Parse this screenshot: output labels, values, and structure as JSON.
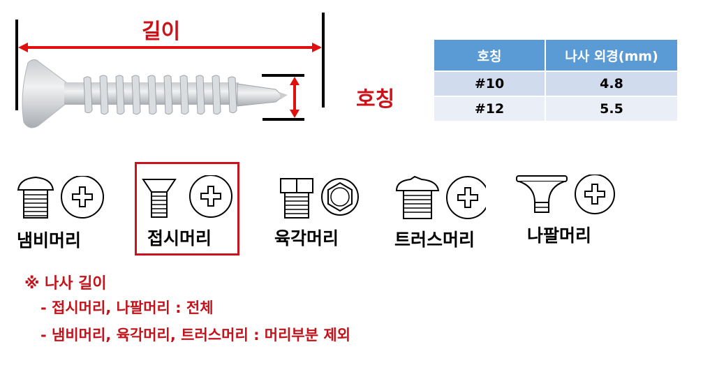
{
  "diagram": {
    "length_label": "길이",
    "gauge_label": "호칭"
  },
  "table": {
    "headers": [
      "호칭",
      "나사 외경(mm)"
    ],
    "rows": [
      [
        "#10",
        "4.8"
      ],
      [
        "#12",
        "5.5"
      ]
    ]
  },
  "head_types": [
    {
      "label": "냄비머리",
      "icon": "pan-head-screw-icon",
      "drive": "phillips"
    },
    {
      "label": "접시머리",
      "icon": "flat-head-screw-icon",
      "drive": "phillips",
      "highlighted": true
    },
    {
      "label": "육각머리",
      "icon": "hex-head-screw-icon",
      "drive": "hex"
    },
    {
      "label": "트러스머리",
      "icon": "truss-head-screw-icon",
      "drive": "phillips"
    },
    {
      "label": "나팔머리",
      "icon": "bugle-head-screw-icon",
      "drive": "phillips"
    }
  ],
  "notes": {
    "title": "※ 나사 길이",
    "lines": [
      "- 접시머리, 나팔머리 : 전체",
      "- 냄비머리, 육각머리, 트러스머리 : 머리부분 제외"
    ]
  },
  "colors": {
    "accent_red": "#d8141c",
    "table_header": "#5b9bd5",
    "table_row1": "#d0dbed",
    "table_row2": "#e9eef7"
  }
}
